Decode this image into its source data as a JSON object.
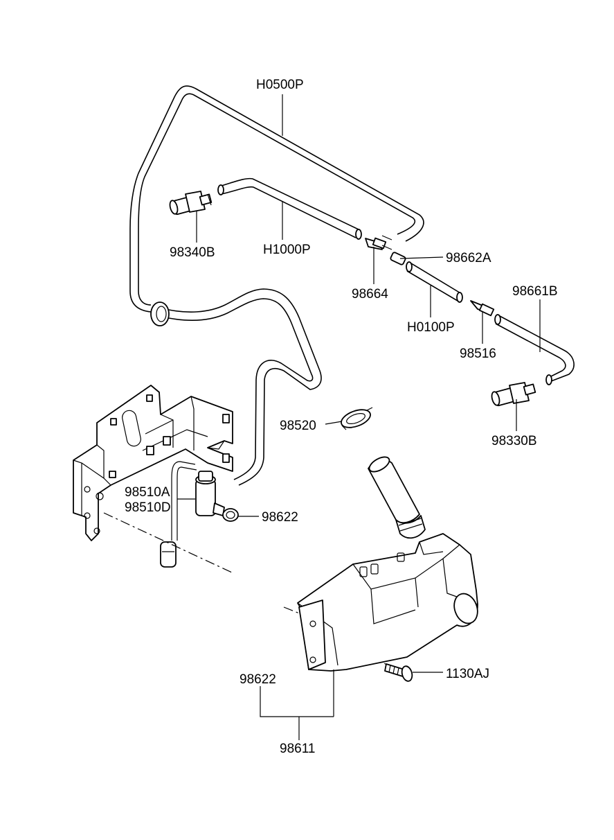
{
  "labels": {
    "h0500p": "H0500P",
    "h1000p": "H1000P",
    "p98340b": "98340B",
    "p98664": "98664",
    "p98662a": "98662A",
    "p98661b": "98661B",
    "h0100p": "H0100P",
    "p98516": "98516",
    "p98330b": "98330B",
    "p98520": "98520",
    "p98510a": "98510A",
    "p98510d": "98510D",
    "p98622_pump": "98622",
    "p98622_tank": "98622",
    "p1130aj": "1130AJ",
    "p98611": "98611"
  },
  "icons": {
    "rear_nozzle": "washer-nozzle-icon",
    "front_nozzle": "washer-nozzle-icon",
    "pump": "washer-pump-icon",
    "tank": "washer-reservoir-icon",
    "bracket": "mounting-bracket-icon",
    "bolt": "bolt-icon",
    "clip": "hose-clip-icon"
  }
}
